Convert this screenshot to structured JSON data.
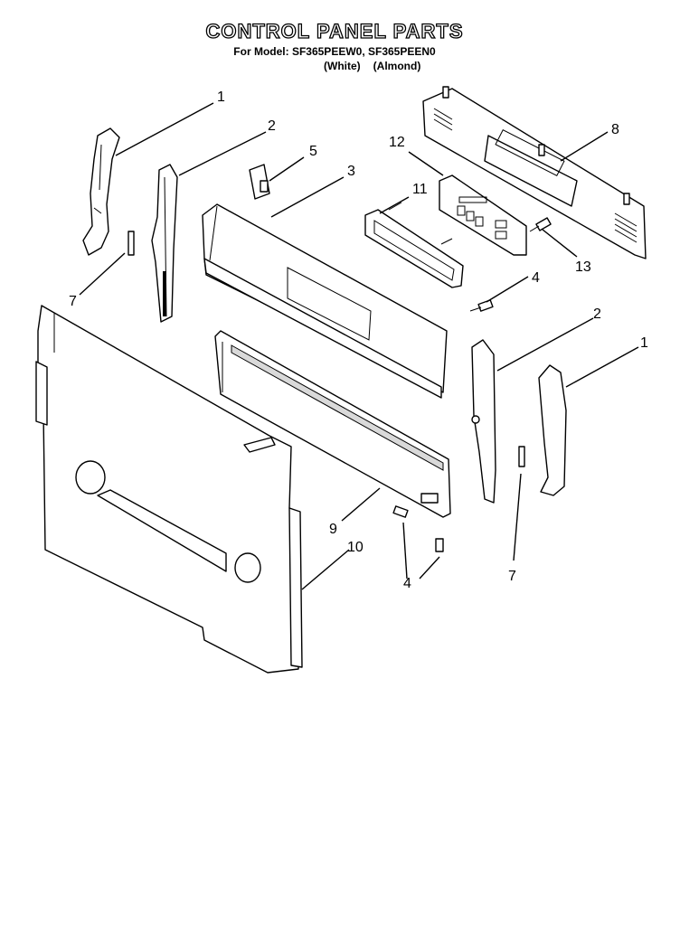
{
  "header": {
    "title": "CONTROL PANEL PARTS",
    "model_line": "For Model: SF365PEEW0, SF365PEEN0",
    "finish_white": "(White)",
    "finish_almond": "(Almond)"
  },
  "callouts": {
    "c1_left": "1",
    "c2_left": "2",
    "c5": "5",
    "c3": "3",
    "c12": "12",
    "c11": "11",
    "c8": "8",
    "c13": "13",
    "c7_left": "7",
    "c4_top": "4",
    "c2_right": "2",
    "c1_right": "1",
    "c9": "9",
    "c10": "10",
    "c4_bottom": "4",
    "c7_right": "7"
  }
}
